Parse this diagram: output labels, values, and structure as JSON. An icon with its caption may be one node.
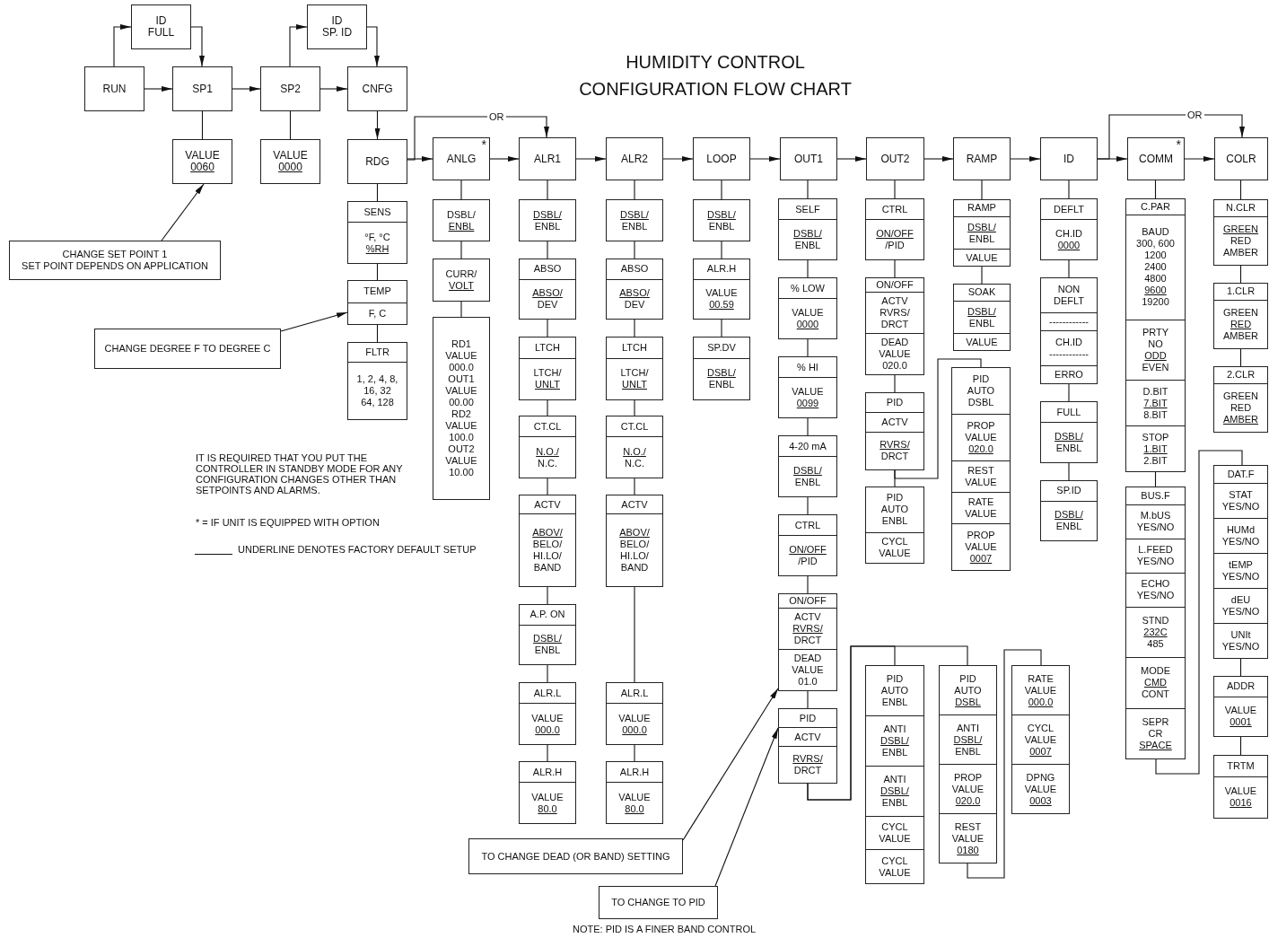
{
  "diagram": {
    "title": "HUMIDITY CONTROL CONFIGURATION FLOW CHART",
    "nodes": [
      {
        "text": [
          "RUN"
        ]
      },
      {
        "text": [
          "ID",
          "FULL"
        ]
      },
      {
        "text": [
          "SP1"
        ]
      },
      {
        "text": [
          "SP2"
        ]
      },
      {
        "text": [
          "ID",
          "SP. ID"
        ]
      },
      {
        "text": [
          "CNFG"
        ]
      },
      {
        "text": [
          "VALUE",
          "0060"
        ]
      },
      {
        "text": [
          "VALUE",
          "0000"
        ]
      },
      {
        "text": [
          "CHANGE SET POINT 1",
          "SET POINT DEPENDS ON APPLICATION"
        ]
      },
      {
        "text": [
          "CHANGE DEGREE F TO DEGREE C"
        ]
      },
      {
        "text": [
          "RDG"
        ]
      },
      {
        "text": [
          "ANLG",
          "*"
        ]
      },
      {
        "text": [
          "ALR1"
        ]
      },
      {
        "text": [
          "ALR2"
        ]
      },
      {
        "text": [
          "LOOP"
        ]
      },
      {
        "text": [
          "OUT1"
        ]
      },
      {
        "text": [
          "OUT2"
        ]
      },
      {
        "text": [
          "RAMP"
        ]
      },
      {
        "text": [
          "ID"
        ]
      },
      {
        "text": [
          "COMM",
          "*"
        ]
      },
      {
        "text": [
          "COLR"
        ]
      },
      {
        "text": [
          "SENS",
          "°F, °C",
          "%RH"
        ]
      },
      {
        "text": [
          "TEMP",
          "F, C"
        ]
      },
      {
        "text": [
          "FLTR",
          "1, 2, 4, 8,",
          "16, 32",
          "64, 128"
        ]
      },
      {
        "text": [
          "DSBL/",
          "ENBL"
        ]
      },
      {
        "text": [
          "CURR/",
          "VOLT"
        ]
      },
      {
        "text": [
          "RD1",
          "VALUE",
          "000.0",
          "OUT1",
          "VALUE",
          "00.00",
          "RD2",
          "VALUE",
          "100.0",
          "OUT2",
          "VALUE",
          "10.00"
        ]
      },
      {
        "text": [
          "DSBL/",
          "ENBL"
        ]
      },
      {
        "text": [
          "ABSO",
          "ABSO/",
          "DEV"
        ]
      },
      {
        "text": [
          "LTCH",
          "LTCH/",
          "UNLT"
        ]
      },
      {
        "text": [
          "CT.CL",
          "N.O./",
          "N.C."
        ]
      },
      {
        "text": [
          "ACTV",
          "ABOV/",
          "BELO/",
          "HI.LO/",
          "BAND"
        ]
      },
      {
        "text": [
          "A.P. ON",
          "DSBL/",
          "ENBL"
        ]
      },
      {
        "text": [
          "ALR.L",
          "VALUE",
          "000.0"
        ]
      },
      {
        "text": [
          "ALR.H",
          "VALUE",
          "80.0"
        ]
      },
      {
        "text": [
          "DSBL/",
          "ENBL"
        ]
      },
      {
        "text": [
          "ABSO",
          "ABSO/",
          "DEV"
        ]
      },
      {
        "text": [
          "LTCH",
          "LTCH/",
          "UNLT"
        ]
      },
      {
        "text": [
          "CT.CL",
          "N.O./",
          "N.C."
        ]
      },
      {
        "text": [
          "ACTV",
          "ABOV/",
          "BELO/",
          "HI.LO/",
          "BAND"
        ]
      },
      {
        "text": [
          "ALR.L",
          "VALUE",
          "000.0"
        ]
      },
      {
        "text": [
          "ALR.H",
          "VALUE",
          "80.0"
        ]
      },
      {
        "text": [
          "DSBL/",
          "ENBL"
        ]
      },
      {
        "text": [
          "ALR.H",
          "VALUE",
          "00.59"
        ]
      },
      {
        "text": [
          "SP.DV",
          "DSBL/",
          "ENBL"
        ]
      },
      {
        "text": [
          "SELF",
          "DSBL/",
          "ENBL"
        ]
      },
      {
        "text": [
          "% LOW",
          "VALUE",
          "0000"
        ]
      },
      {
        "text": [
          "% HI",
          "VALUE",
          "0099"
        ]
      },
      {
        "text": [
          "4-20 mA",
          "DSBL/",
          "ENBL"
        ]
      },
      {
        "text": [
          "CTRL",
          "ON/OFF",
          "/PID"
        ]
      },
      {
        "text": [
          "ON/OFF",
          "ACTV",
          "RVRS/",
          "DRCT",
          "DEAD",
          "VALUE",
          "01.0"
        ]
      },
      {
        "text": [
          "PID",
          "ACTV",
          "RVRS/",
          "DRCT"
        ]
      },
      {
        "text": [
          "CTRL",
          "ON/OFF",
          "/PID"
        ]
      },
      {
        "text": [
          "ON/OFF",
          "ACTV",
          "RVRS/",
          "DRCT",
          "DEAD",
          "VALUE",
          "020.0"
        ]
      },
      {
        "text": [
          "PID",
          "ACTV",
          "RVRS/",
          "DRCT"
        ]
      },
      {
        "text": [
          "PID",
          "AUTO",
          "ENBL",
          "CYCL",
          "VALUE"
        ]
      },
      {
        "text": [
          "RAMP",
          "DSBL/",
          "ENBL",
          "VALUE"
        ]
      },
      {
        "text": [
          "SOAK",
          "DSBL/",
          "ENBL",
          "VALUE"
        ]
      },
      {
        "text": [
          "PID",
          "AUTO",
          "DSBL",
          "PROP",
          "VALUE",
          "020.0",
          "REST",
          "VALUE",
          "RATE",
          "VALUE",
          "PROP",
          "VALUE",
          "0007"
        ]
      },
      {
        "text": [
          "DEFLT",
          "CH.ID",
          "0000"
        ]
      },
      {
        "text": [
          "NON",
          "DEFLT",
          "------------",
          "CH.ID",
          "------------",
          "ERRO"
        ]
      },
      {
        "text": [
          "FULL",
          "DSBL/",
          "ENBL"
        ]
      },
      {
        "text": [
          "SP.ID",
          "DSBL/",
          "ENBL"
        ]
      },
      {
        "text": [
          "C.PAR",
          "BAUD",
          "300, 600",
          "1200",
          "2400",
          "4800",
          "9600",
          "19200",
          "PRTY",
          "NO",
          "ODD",
          "EVEN",
          "D.BIT",
          "7.BIT",
          "8.BIT",
          "STOP",
          "1.BIT",
          "2.BIT"
        ]
      },
      {
        "text": [
          "BUS.F",
          "M.bUS",
          "YES/NO",
          "L.FEED",
          "YES/NO",
          "ECHO",
          "YES/NO",
          "STND",
          "232C",
          "485",
          "MODE",
          "CMD",
          "CONT",
          "SEPR",
          "CR",
          "SPACE"
        ]
      },
      {
        "text": [
          "N.CLR",
          "GREEN",
          "RED",
          "AMBER"
        ]
      },
      {
        "text": [
          "1.CLR",
          "GREEN",
          "RED",
          "AMBER"
        ]
      },
      {
        "text": [
          "2.CLR",
          "GREEN",
          "RED",
          "AMBER"
        ]
      },
      {
        "text": [
          "DAT.F",
          "STAT",
          "YES/NO",
          "HUMd",
          "YES/NO",
          "tEMP",
          "YES/NO",
          "dEU",
          "YES/NO",
          "UNIt",
          "YES/NO"
        ]
      },
      {
        "text": [
          "ADDR",
          "VALUE",
          "0001"
        ]
      },
      {
        "text": [
          "TRTM",
          "VALUE",
          "0016"
        ]
      },
      {
        "text": [
          "PID",
          "AUTO",
          "ENBL",
          "ANTI",
          "DSBL/",
          "ENBL",
          "ANTI",
          "DSBL/",
          "ENBL",
          "CYCL",
          "VALUE",
          "CYCL",
          "VALUE"
        ]
      },
      {
        "text": [
          "PID",
          "AUTO",
          "DSBL",
          "ANTI",
          "DSBL/",
          "ENBL",
          "PROP",
          "VALUE",
          "020.0",
          "REST",
          "VALUE",
          "0180"
        ]
      },
      {
        "text": [
          "RATE",
          "VALUE",
          "000.0",
          "CYCL",
          "VALUE",
          "0007",
          "DPNG",
          "VALUE",
          "0003"
        ]
      },
      {
        "text": [
          "TO CHANGE DEAD (OR BAND) SETTING"
        ]
      },
      {
        "text": [
          "TO CHANGE TO PID"
        ]
      }
    ],
    "edges": [
      {
        "from": 0,
        "to": 1,
        "arrow": "to"
      },
      {
        "from": 1,
        "to": 2,
        "arrow": "to"
      },
      {
        "from": 0,
        "to": 2,
        "arrow": "to"
      },
      {
        "from": 2,
        "to": 3,
        "arrow": "to"
      },
      {
        "from": 3,
        "to": 4,
        "arrow": "to"
      },
      {
        "from": 4,
        "to": 5,
        "arrow": "to"
      },
      {
        "from": 3,
        "to": 5,
        "arrow": "to"
      },
      {
        "from": 2,
        "to": 6,
        "arrow": "none"
      },
      {
        "from": 3,
        "to": 7,
        "arrow": "none"
      },
      {
        "from": 5,
        "to": 10,
        "arrow": "to"
      },
      {
        "from": 10,
        "to": 11,
        "arrow": "to"
      },
      {
        "from": 10,
        "to": 12,
        "arrow": "to",
        "label": "OR"
      },
      {
        "from": 11,
        "to": 12,
        "arrow": "to"
      },
      {
        "from": 12,
        "to": 13,
        "arrow": "to"
      },
      {
        "from": 13,
        "to": 14,
        "arrow": "to"
      },
      {
        "from": 14,
        "to": 15,
        "arrow": "to"
      },
      {
        "from": 15,
        "to": 16,
        "arrow": "to"
      },
      {
        "from": 16,
        "to": 17,
        "arrow": "to"
      },
      {
        "from": 17,
        "to": 18,
        "arrow": "to"
      },
      {
        "from": 18,
        "to": 19,
        "arrow": "to"
      },
      {
        "from": 18,
        "to": 20,
        "arrow": "to",
        "label": "OR"
      },
      {
        "from": 19,
        "to": 20,
        "arrow": "to"
      },
      {
        "from": 10,
        "to": 21,
        "arrow": "none"
      },
      {
        "from": 21,
        "to": 22,
        "arrow": "none"
      },
      {
        "from": 22,
        "to": 23,
        "arrow": "none"
      },
      {
        "from": 11,
        "to": 24,
        "arrow": "none"
      },
      {
        "from": 24,
        "to": 25,
        "arrow": "none"
      },
      {
        "from": 25,
        "to": 26,
        "arrow": "none"
      },
      {
        "from": 12,
        "to": 27,
        "arrow": "none"
      },
      {
        "from": 27,
        "to": 28,
        "arrow": "none"
      },
      {
        "from": 28,
        "to": 29,
        "arrow": "none"
      },
      {
        "from": 29,
        "to": 30,
        "arrow": "none"
      },
      {
        "from": 30,
        "to": 31,
        "arrow": "none"
      },
      {
        "from": 31,
        "to": 32,
        "arrow": "none"
      },
      {
        "from": 32,
        "to": 33,
        "arrow": "none"
      },
      {
        "from": 33,
        "to": 34,
        "arrow": "none"
      },
      {
        "from": 13,
        "to": 35,
        "arrow": "none"
      },
      {
        "from": 35,
        "to": 36,
        "arrow": "none"
      },
      {
        "from": 36,
        "to": 37,
        "arrow": "none"
      },
      {
        "from": 37,
        "to": 38,
        "arrow": "none"
      },
      {
        "from": 38,
        "to": 39,
        "arrow": "none"
      },
      {
        "from": 39,
        "to": 40,
        "arrow": "none"
      },
      {
        "from": 40,
        "to": 41,
        "arrow": "none"
      },
      {
        "from": 14,
        "to": 42,
        "arrow": "none"
      },
      {
        "from": 42,
        "to": 43,
        "arrow": "none"
      },
      {
        "from": 43,
        "to": 44,
        "arrow": "none"
      },
      {
        "from": 15,
        "to": 45,
        "arrow": "none"
      },
      {
        "from": 45,
        "to": 46,
        "arrow": "none"
      },
      {
        "from": 46,
        "to": 47,
        "arrow": "none"
      },
      {
        "from": 47,
        "to": 48,
        "arrow": "none"
      },
      {
        "from": 48,
        "to": 49,
        "arrow": "none"
      },
      {
        "from": 49,
        "to": 50,
        "arrow": "none"
      },
      {
        "from": 50,
        "to": 51,
        "arrow": "none"
      },
      {
        "from": 51,
        "to": 71,
        "arrow": "none"
      },
      {
        "from": 51,
        "to": 72,
        "arrow": "none"
      },
      {
        "from": 72,
        "to": 73,
        "arrow": "none"
      },
      {
        "from": 16,
        "to": 52,
        "arrow": "none"
      },
      {
        "from": 52,
        "to": 53,
        "arrow": "none"
      },
      {
        "from": 53,
        "to": 54,
        "arrow": "none"
      },
      {
        "from": 54,
        "to": 55,
        "arrow": "none"
      },
      {
        "from": 54,
        "to": 58,
        "arrow": "none"
      },
      {
        "from": 17,
        "to": 56,
        "arrow": "none"
      },
      {
        "from": 56,
        "to": 57,
        "arrow": "none"
      },
      {
        "from": 18,
        "to": 59,
        "arrow": "none"
      },
      {
        "from": 59,
        "to": 60,
        "arrow": "none"
      },
      {
        "from": 60,
        "to": 61,
        "arrow": "none"
      },
      {
        "from": 61,
        "to": 62,
        "arrow": "none"
      },
      {
        "from": 19,
        "to": 63,
        "arrow": "none"
      },
      {
        "from": 63,
        "to": 64,
        "arrow": "none"
      },
      {
        "from": 64,
        "to": 68,
        "arrow": "none"
      },
      {
        "from": 20,
        "to": 65,
        "arrow": "none"
      },
      {
        "from": 65,
        "to": 66,
        "arrow": "none"
      },
      {
        "from": 66,
        "to": 67,
        "arrow": "none"
      },
      {
        "from": 68,
        "to": 69,
        "arrow": "none"
      },
      {
        "from": 69,
        "to": 70,
        "arrow": "none"
      },
      {
        "from": 8,
        "to": 6,
        "arrow": "to"
      },
      {
        "from": 9,
        "to": 22,
        "arrow": "to"
      },
      {
        "from": 74,
        "to": 50,
        "arrow": "to"
      },
      {
        "from": 75,
        "to": 51,
        "arrow": "to"
      }
    ],
    "labels": [
      "IT IS REQUIRED THAT YOU PUT THE CONTROLLER IN STANDBY MODE FOR ANY CONFIGURATION CHANGES OTHER THAN SETPOINTS AND ALARMS.",
      "* = IF UNIT IS EQUIPPED WITH OPTION",
      "NOTE: PID IS A FINER BAND CONTROL"
    ],
    "legend": [
      {
        "text": "UNDERLINE DENOTES FACTORY DEFAULT SETUP"
      }
    ]
  }
}
